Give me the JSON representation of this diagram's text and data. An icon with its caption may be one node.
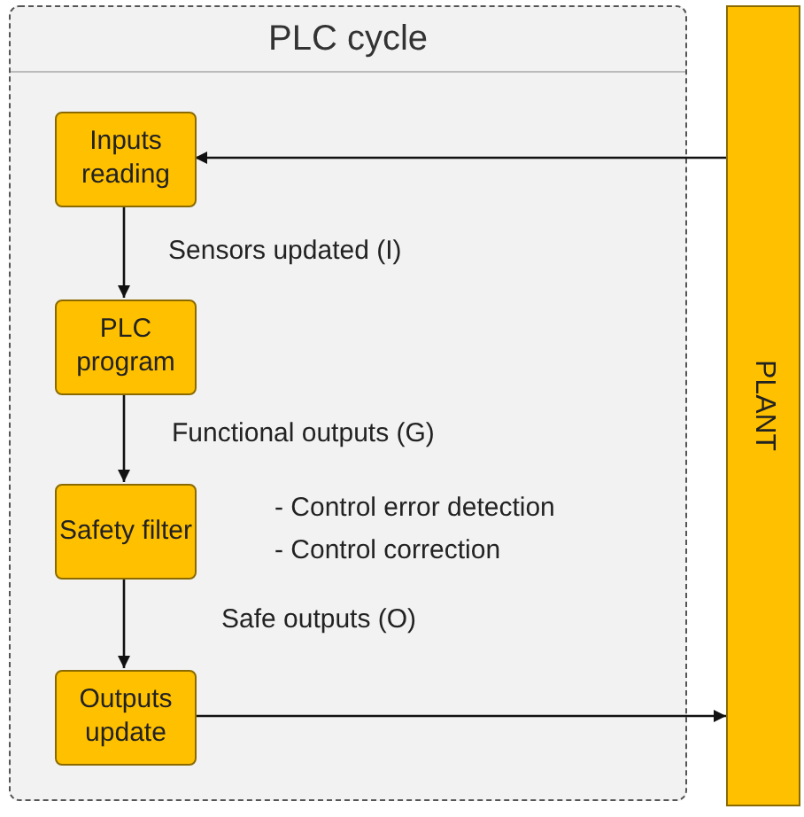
{
  "diagram": {
    "nodes": [
      {
        "text": [
          "PLC cycle"
        ]
      },
      {
        "text": [
          "Inputs reading"
        ],
        "in": 0
      },
      {
        "text": [
          "PLC program"
        ],
        "in": 0
      },
      {
        "text": [
          "Safety filter"
        ],
        "in": 0,
        "beside": [
          "- Control error detection",
          "- Control correction"
        ]
      },
      {
        "text": [
          "Outputs update"
        ],
        "in": 0
      },
      {
        "text": [
          "PLANT"
        ]
      }
    ],
    "edges": [
      {
        "from": 5,
        "to": 1,
        "arrow": "to"
      },
      {
        "from": 1,
        "to": 2,
        "arrow": "to",
        "label": "Sensors updated (I)"
      },
      {
        "from": 2,
        "to": 3,
        "arrow": "to",
        "label": "Functional outputs (G)"
      },
      {
        "from": 3,
        "to": 4,
        "arrow": "to",
        "label": "Safe outputs (O)"
      },
      {
        "from": 4,
        "to": 5,
        "arrow": "to"
      }
    ]
  }
}
